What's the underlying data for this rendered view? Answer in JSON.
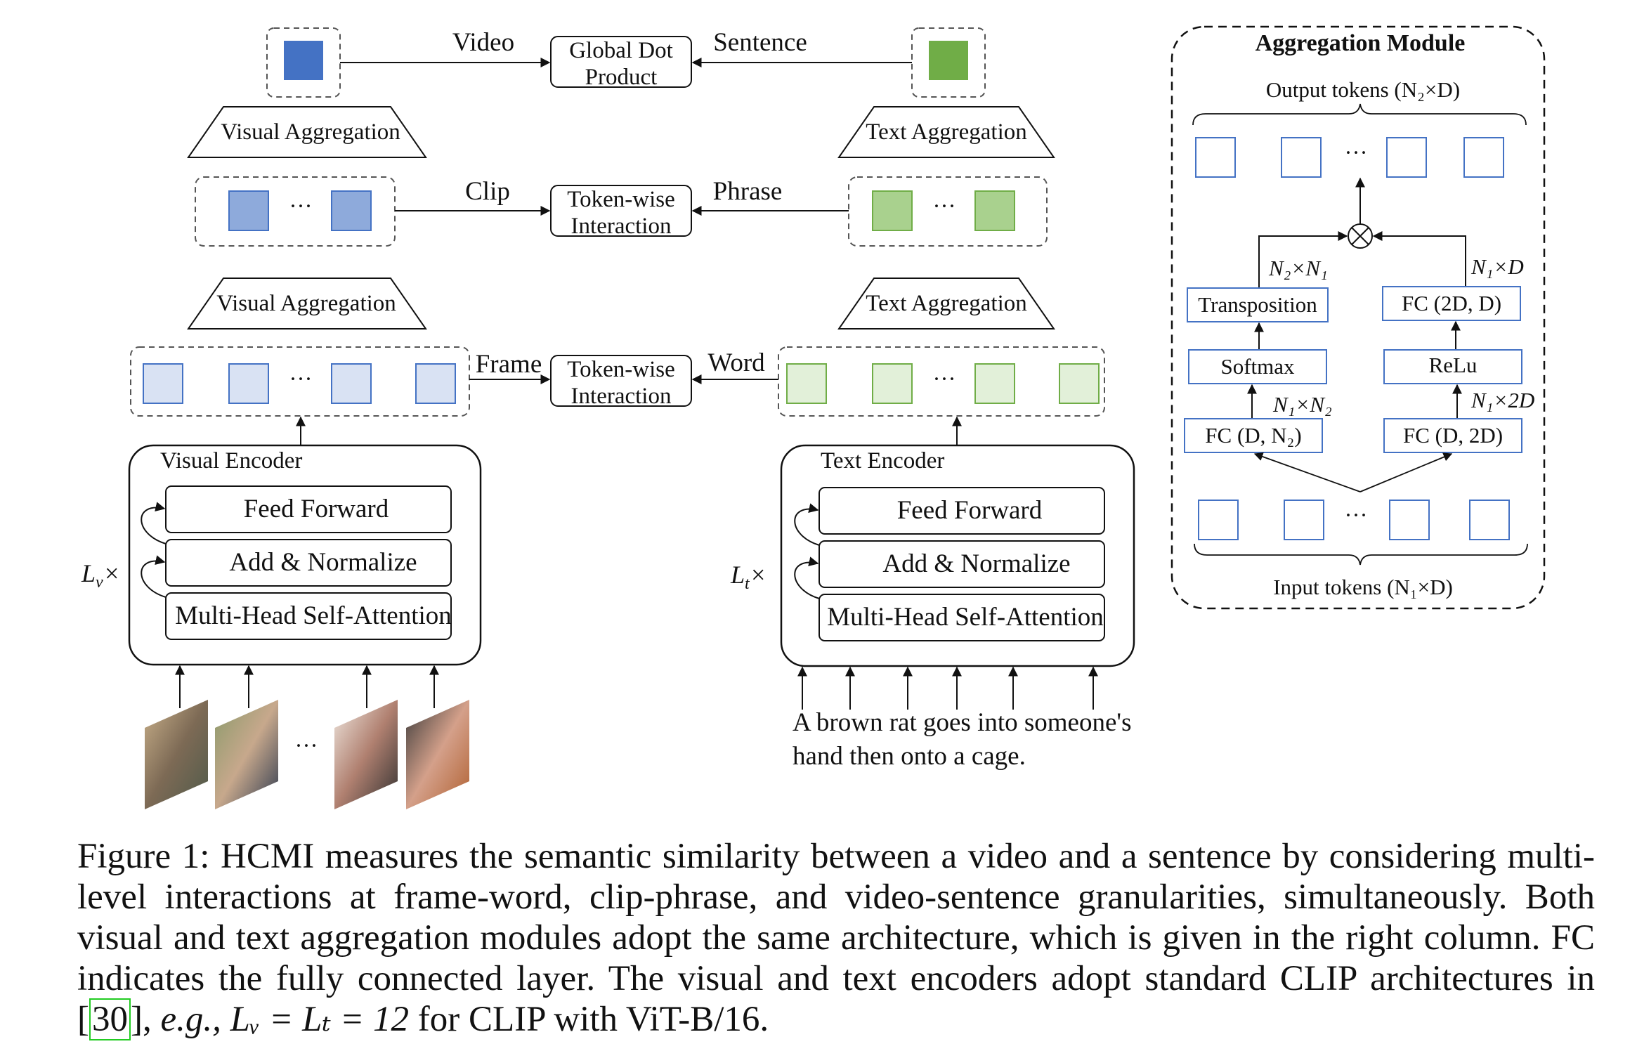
{
  "top": {
    "video_label": "Video",
    "sentence_label": "Sentence",
    "global_line1": "Global Dot",
    "global_line2": "Product"
  },
  "middle": {
    "clip_label": "Clip",
    "phrase_label": "Phrase",
    "twi_line1": "Token-wise",
    "twi_line2": "Interaction"
  },
  "bottom": {
    "frame_label": "Frame",
    "word_label": "Word",
    "twi_line1": "Token-wise",
    "twi_line2": "Interaction"
  },
  "visual_aggregation": "Visual Aggregation",
  "text_aggregation": "Text Aggregation",
  "ellipsis": "···",
  "visual_encoder": {
    "title": "Visual Encoder",
    "repeat": "L",
    "repeat_sub": "v",
    "layers": [
      "Feed Forward",
      "Add & Normalize",
      "Multi-Head Self-Attention"
    ]
  },
  "text_encoder": {
    "title": "Text Encoder",
    "repeat": "L",
    "repeat_sub": "t",
    "layers": [
      "Feed Forward",
      "Add & Normalize",
      "Multi-Head Self-Attention"
    ],
    "sentence_line1": "A brown rat goes into someone's",
    "sentence_line2": "hand then onto a cage."
  },
  "aggregation_module": {
    "title": "Aggregation Module",
    "output_tokens": "Output tokens (N₂×D)",
    "input_tokens": "Input tokens (N₁×D)",
    "transposition": "Transposition",
    "softmax": "Softmax",
    "fc_dn2": "FC (D, N₂)",
    "fc_2dd": "FC (2D, D)",
    "relu": "ReLu",
    "fc_d2d": "FC (D, 2D)",
    "dim_n2n1": "N₂×N₁",
    "dim_n1d": "N₁×D",
    "dim_n1n2": "N₁×N₂",
    "dim_n12d": "N₁×2D",
    "multiply": "⊗"
  },
  "caption": {
    "part1": "Figure 1: HCMI measures the semantic similarity between a video and a sentence by considering multi-level interactions at frame-word, clip-phrase, and video-sentence granularities, simultaneously. Both visual and text aggregation modules adopt the same architecture, which is given in the right column. FC indicates the fully connected layer. The visual and text encoders adopt standard CLIP architectures in [",
    "ref": "30",
    "part2": "], ",
    "eg": "e.g.,",
    "formula": " Lᵥ = Lₜ = 12",
    "part3": " for CLIP with ViT-B/16."
  },
  "colors": {
    "video_token": "#4472c4",
    "clip_token": "#8eaadb",
    "frame_token": "#d9e2f3",
    "sentence_token": "#70ad47",
    "phrase_token": "#a9d18e",
    "word_token": "#e2f0d9",
    "agg_box_border": "#4472c4"
  }
}
